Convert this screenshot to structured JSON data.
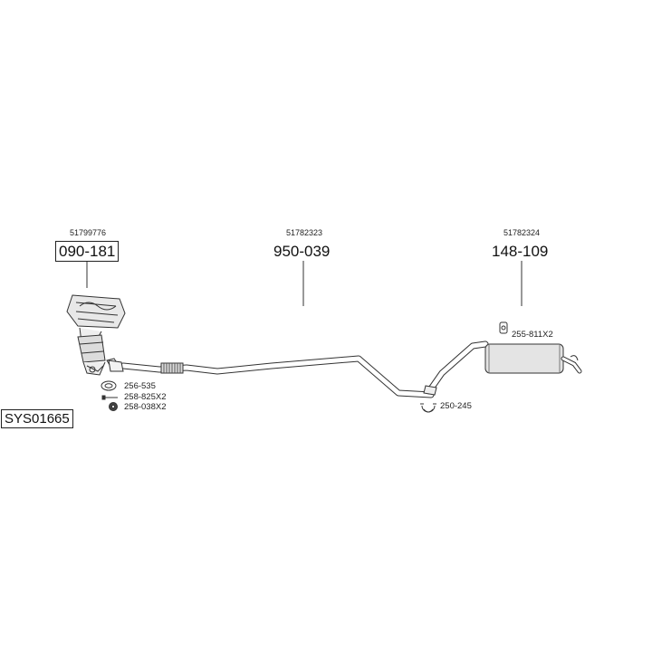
{
  "system_code": "SYS01665",
  "parts": [
    {
      "oe": "51799776",
      "number": "090-181"
    },
    {
      "oe": "51782323",
      "number": "950-039"
    },
    {
      "oe": "51782324",
      "number": "148-109"
    }
  ],
  "accessories": [
    {
      "code": "256-535",
      "icon": "gasket-ring-icon"
    },
    {
      "code": "258-825X2",
      "icon": "bolt-icon"
    },
    {
      "code": "258-038X2",
      "icon": "nut-icon"
    },
    {
      "code": "255-811X2",
      "icon": "rubber-mount-icon"
    },
    {
      "code": "250-245",
      "icon": "pipe-clamp-icon"
    }
  ]
}
